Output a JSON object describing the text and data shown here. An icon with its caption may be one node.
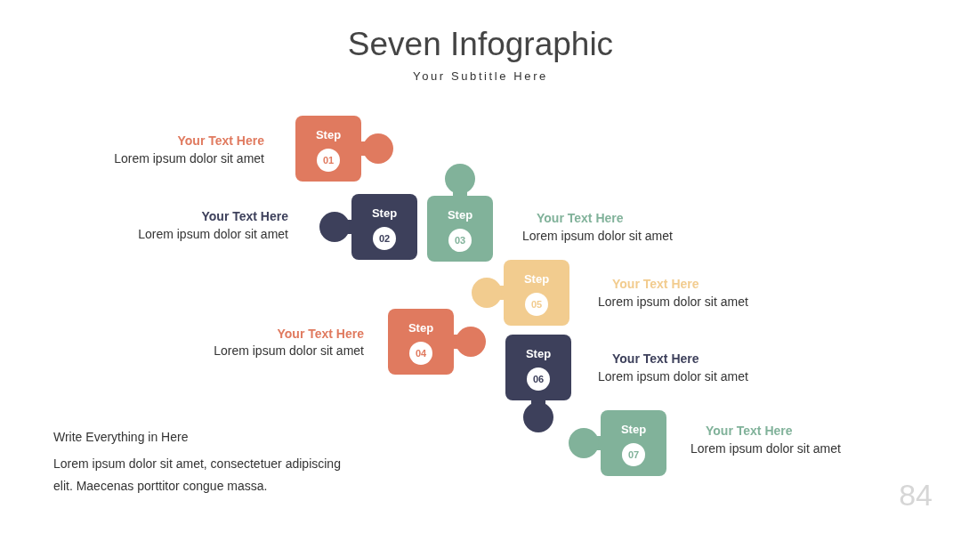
{
  "diagram": {
    "title": "Seven Infographic",
    "nodes": [
      {
        "text": [
          "Step",
          "01"
        ],
        "beside": [
          "Your Text Here",
          "Lorem ipsum dolor sit amet"
        ]
      },
      {
        "text": [
          "Step",
          "02"
        ],
        "beside": [
          "Your Text Here",
          "Lorem ipsum dolor sit amet"
        ]
      },
      {
        "text": [
          "Step",
          "03"
        ],
        "beside": [
          "Your Text Here",
          "Lorem ipsum dolor sit amet"
        ]
      },
      {
        "text": [
          "Step",
          "04"
        ],
        "beside": [
          "Your Text Here",
          "Lorem ipsum dolor sit amet"
        ]
      },
      {
        "text": [
          "Step",
          "05"
        ],
        "beside": [
          "Your Text Here",
          "Lorem ipsum dolor sit amet"
        ]
      },
      {
        "text": [
          "Step",
          "06"
        ],
        "beside": [
          "Your Text Here",
          "Lorem ipsum dolor sit amet"
        ]
      },
      {
        "text": [
          "Step",
          "07"
        ],
        "beside": [
          "Your Text Here",
          "Lorem ipsum dolor sit amet"
        ]
      }
    ],
    "labels": [
      "Your Subtitle Here",
      "Write Everything in Here",
      "Lorem ipsum dolor sit amet, consectetuer adipiscing elit. Maecenas porttitor congue massa.",
      "84"
    ]
  }
}
